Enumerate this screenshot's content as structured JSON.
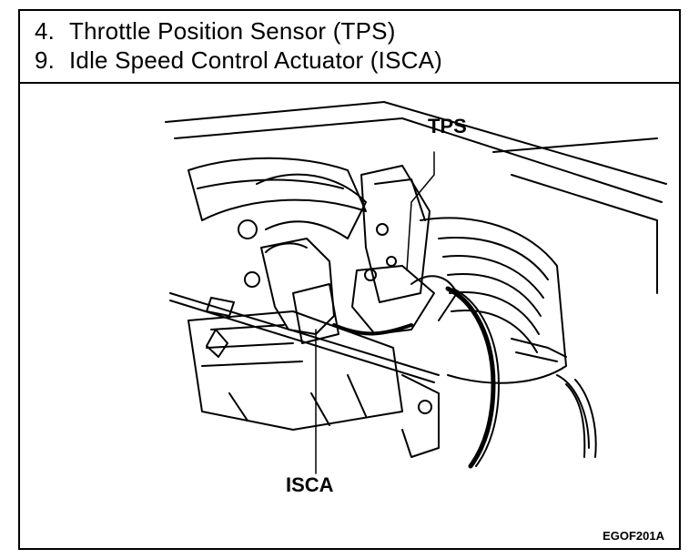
{
  "legend": {
    "items": [
      {
        "number": "4.",
        "text": "Throttle Position Sensor (TPS)"
      },
      {
        "number": "9.",
        "text": "Idle Speed Control Actuator (ISCA)"
      }
    ]
  },
  "callouts": {
    "tps": "TPS",
    "isca": "ISCA"
  },
  "figure_code": "EGOF201A"
}
